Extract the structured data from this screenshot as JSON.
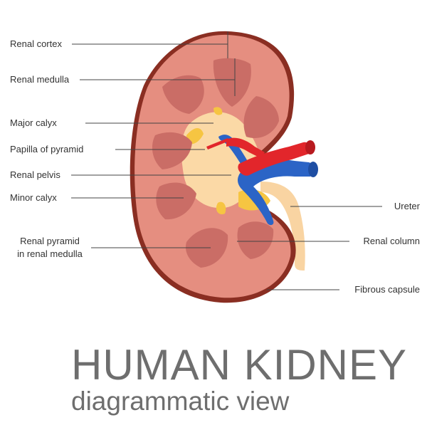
{
  "title": "HUMAN KIDNEY",
  "subtitle": "diagrammatic view",
  "labels": {
    "renal_cortex": "Renal cortex",
    "renal_medulla": "Renal medulla",
    "major_calyx": "Major calyx",
    "papilla": "Papilla of pyramid",
    "renal_pelvis": "Renal pelvis",
    "minor_calyx": "Minor calyx",
    "renal_pyramid_line1": "Renal pyramid",
    "renal_pyramid_line2": "in renal medulla",
    "ureter": "Ureter",
    "renal_column": "Renal column",
    "fibrous_capsule": "Fibrous capsule"
  },
  "colors": {
    "capsule": "#8a2e22",
    "cortex": "#e58e80",
    "medulla": "#ca6d66",
    "pelvis": "#fbd9a6",
    "calyx_fat": "#f6c542",
    "artery": "#e2262b",
    "vein": "#2b64c6",
    "ureter": "#f9d4a2",
    "leader": "#444444",
    "text": "#333333",
    "title": "#6e6e6e"
  }
}
